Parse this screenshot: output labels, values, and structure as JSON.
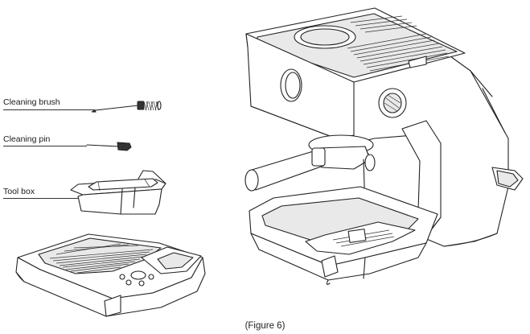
{
  "labels": {
    "cleaning_brush": "Cleaning brush",
    "cleaning_pin": "Cleaning pin",
    "tool_box": "Tool box"
  },
  "caption": "(Figure 6)"
}
